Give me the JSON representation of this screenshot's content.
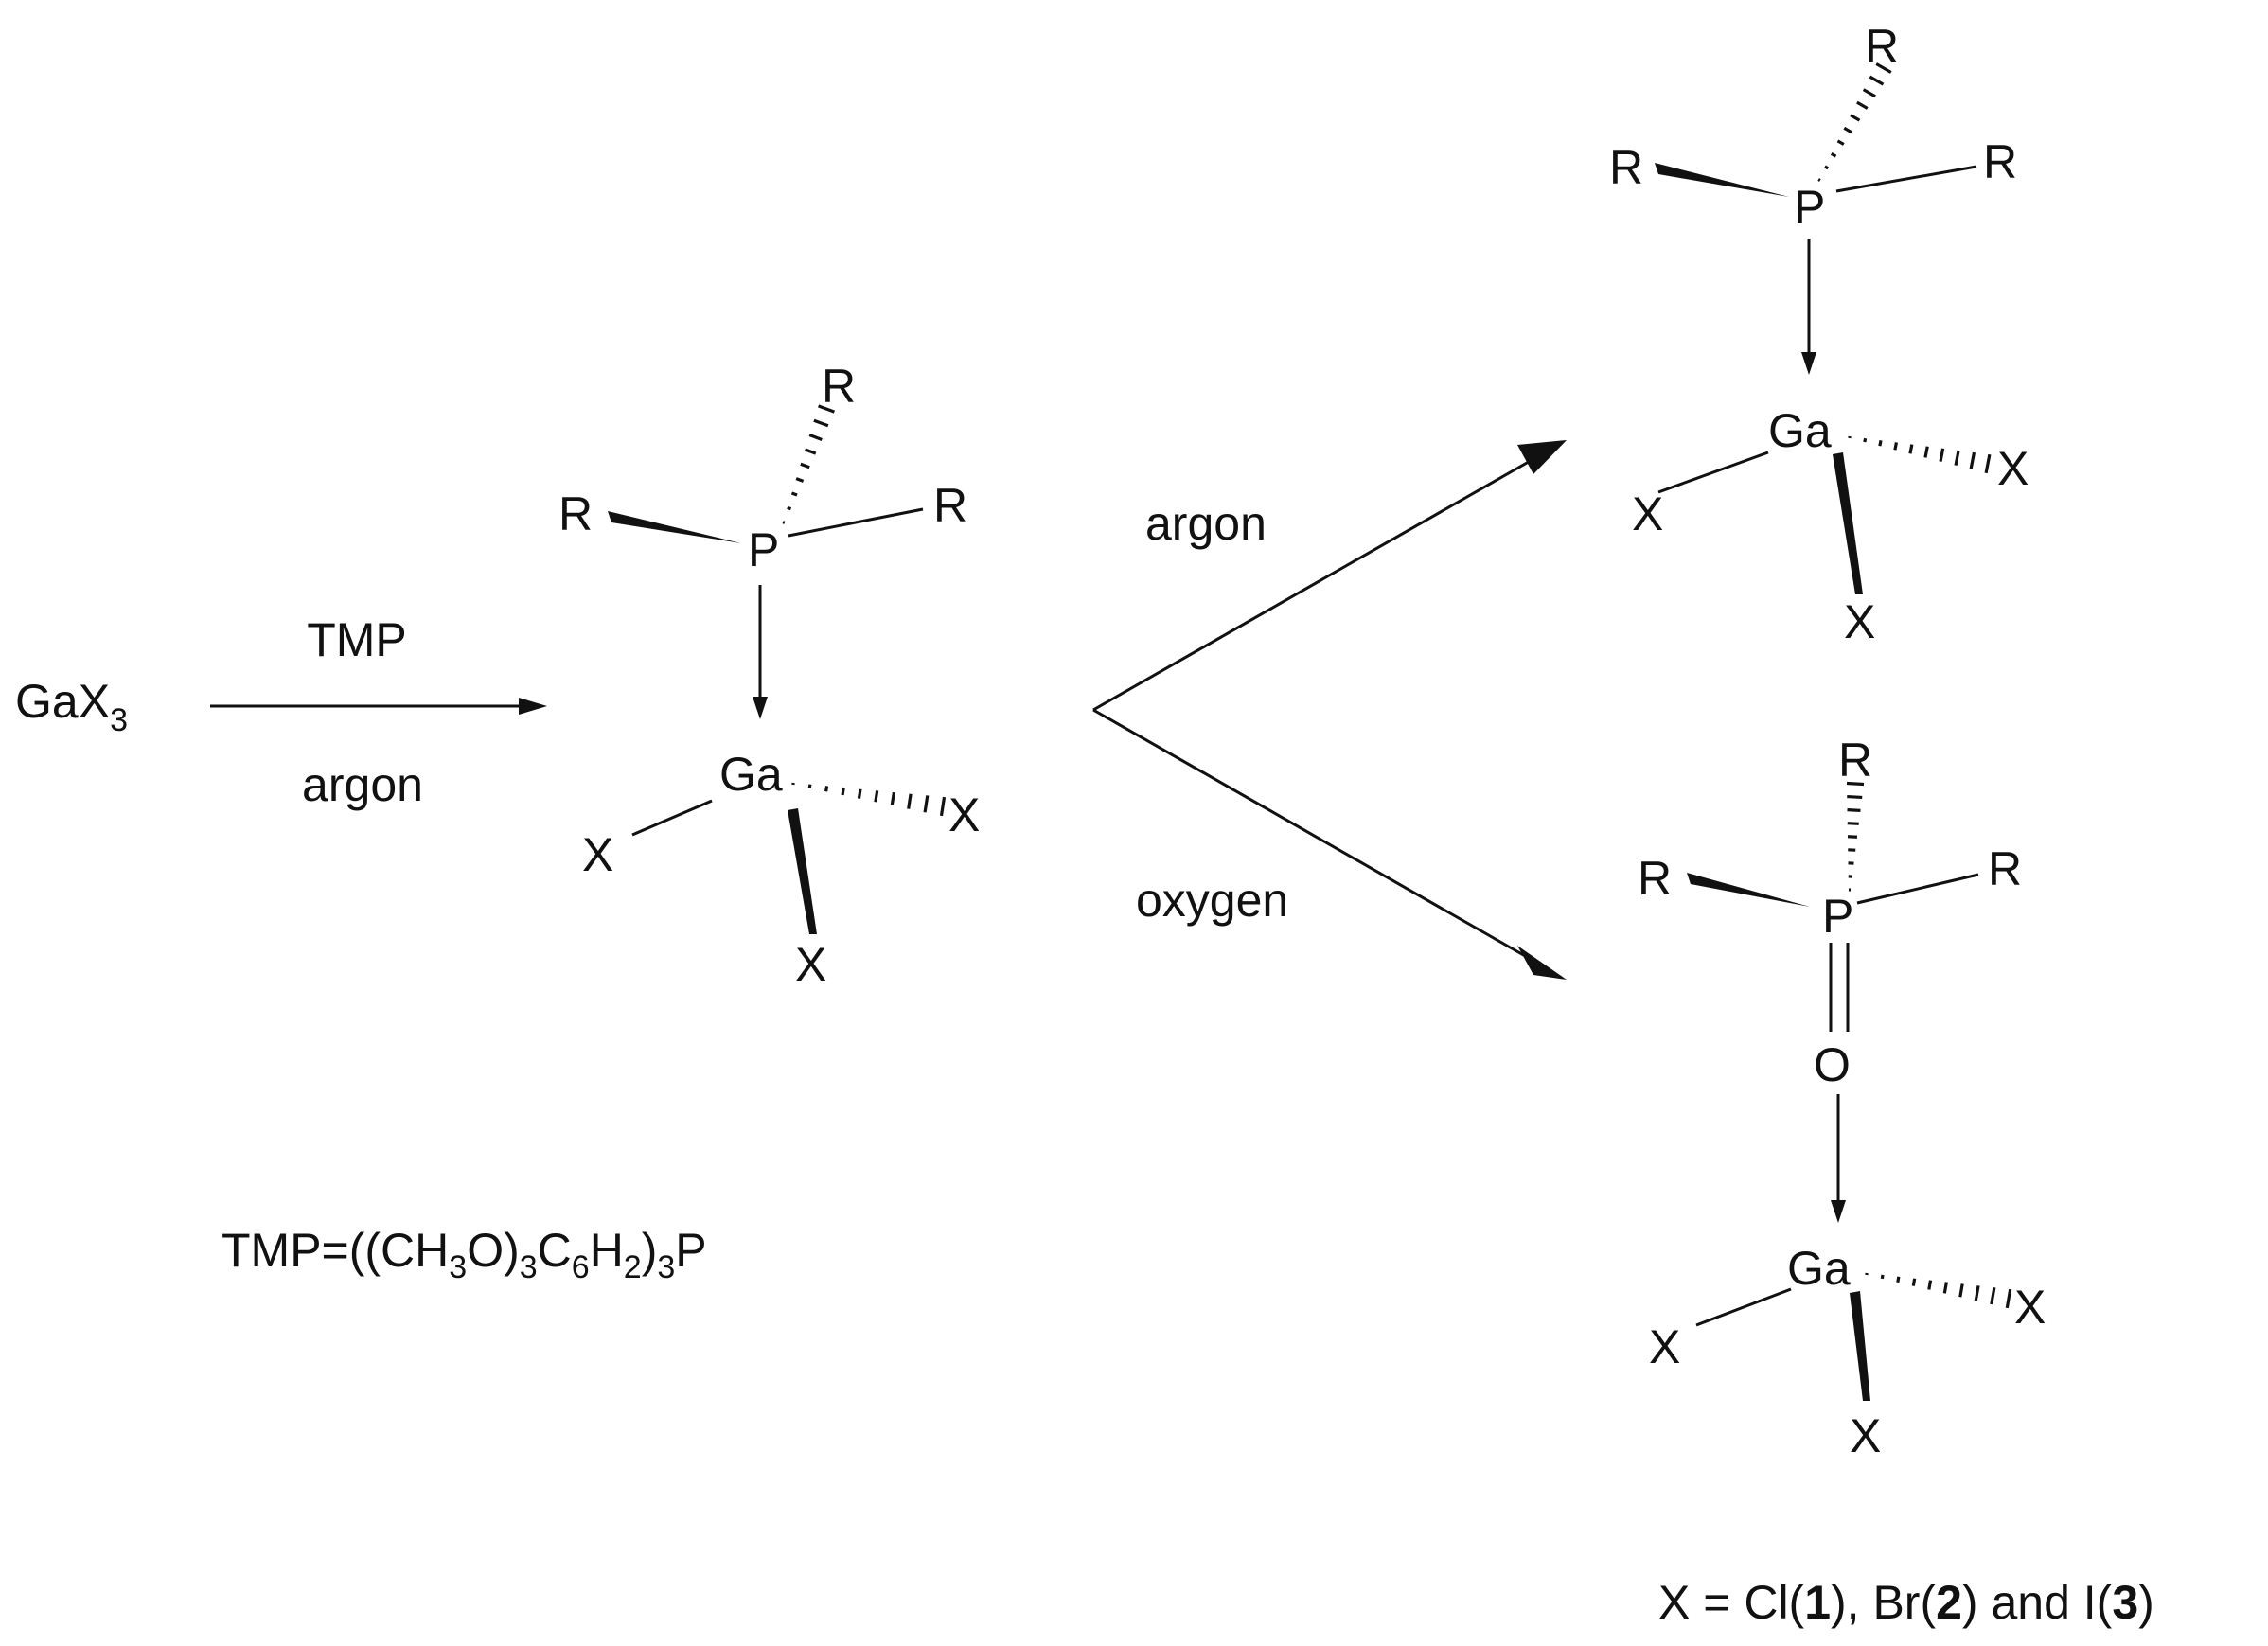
{
  "reactant": {
    "label": "GaX",
    "sub": "3"
  },
  "step1": {
    "above": "TMP",
    "below": "argon"
  },
  "branch_top": "argon",
  "branch_bottom": "oxygen",
  "atoms": {
    "R": "R",
    "P": "P",
    "Ga": "Ga",
    "X": "X",
    "O": "O"
  },
  "definition": {
    "parts": [
      "TMP=((CH",
      "3",
      "O)",
      "3",
      "C",
      "6",
      "H",
      "2",
      ")",
      "3",
      "P"
    ]
  },
  "legend": {
    "prefix": "X = Cl(",
    "n1": "1",
    "mid1": "), Br(",
    "n2": "2",
    "mid2": ") and I(",
    "n3": "3",
    "suffix": ")"
  },
  "colors": {
    "ink": "#111111",
    "background": "#ffffff"
  }
}
